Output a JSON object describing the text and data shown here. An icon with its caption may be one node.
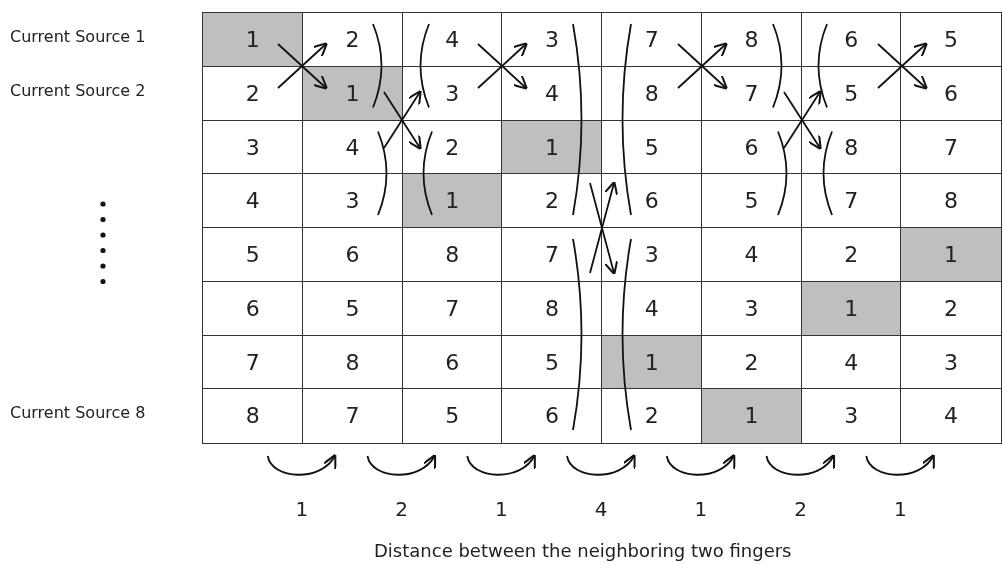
{
  "diagram": {
    "caption": "Distance between the neighboring two fingers",
    "labels": [
      "Current Source 1",
      "1",
      "2",
      "4",
      "3",
      "7",
      "8",
      "6",
      "5",
      "Current Source 2",
      "2",
      "1",
      "3",
      "4",
      "8",
      "7",
      "5",
      "6",
      "3",
      "4",
      "2",
      "1",
      "5",
      "6",
      "8",
      "7",
      "4",
      "3",
      "1",
      "2",
      "6",
      "5",
      "7",
      "8",
      "5",
      "6",
      "8",
      "7",
      "3",
      "4",
      "2",
      "1",
      "6",
      "5",
      "7",
      "8",
      "4",
      "3",
      "1",
      "2",
      "7",
      "8",
      "6",
      "5",
      "1",
      "2",
      "4",
      "3",
      "Current Source 8",
      "8",
      "7",
      "5",
      "6",
      "2",
      "1",
      "3",
      "4",
      "1",
      "2",
      "1",
      "4",
      "1",
      "2",
      "1"
    ]
  }
}
